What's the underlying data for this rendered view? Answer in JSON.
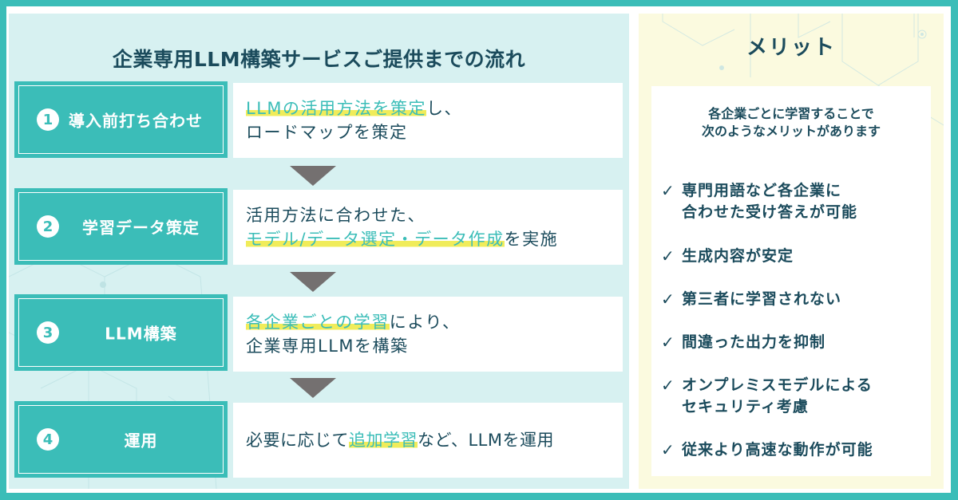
{
  "flow": {
    "title": "企業専用LLM構築サービスご提供までの流れ",
    "steps": [
      {
        "number": "1",
        "label": "導入前打ち合わせ",
        "desc_line1_highlight": "LLMの活用方法を策定",
        "desc_line1_rest": "し、",
        "desc_line2": "ロードマップを策定"
      },
      {
        "number": "2",
        "label": "学習データ策定",
        "desc_line1": "活用方法に合わせた、",
        "desc_line2_highlight": "モデル/データ選定・データ作成",
        "desc_line2_rest": "を実施"
      },
      {
        "number": "3",
        "label": "LLM構築",
        "desc_line1_highlight": "各企業ごとの学習",
        "desc_line1_rest": "により、",
        "desc_line2": "企業専用LLMを構築"
      },
      {
        "number": "4",
        "label": "運用",
        "desc_pre": "必要に応じて",
        "desc_highlight": "追加学習",
        "desc_post": "など、LLMを運用"
      }
    ]
  },
  "merits": {
    "title": "メリット",
    "intro_line1": "各企業ごとに学習することで",
    "intro_line2": "次のようなメリットがあります",
    "check_icon": "✓",
    "items": [
      {
        "line1": "専門用語など各企業に",
        "line2": "合わせた受け答えが可能"
      },
      {
        "line1": "生成内容が安定"
      },
      {
        "line1": "第三者に学習されない"
      },
      {
        "line1": "間違った出力を抑制"
      },
      {
        "line1": "オンプレミスモデルによる",
        "line2": "セキュリティ考慮"
      },
      {
        "line1": "従来より高速な動作が可能"
      }
    ]
  },
  "colors": {
    "teal": "#3bbdb8",
    "dark_text": "#1b4b5c",
    "highlight_yellow": "#f0ec5a",
    "left_bg": "#d7f1f1",
    "right_bg": "#fbfadf",
    "arrow": "#747070"
  }
}
